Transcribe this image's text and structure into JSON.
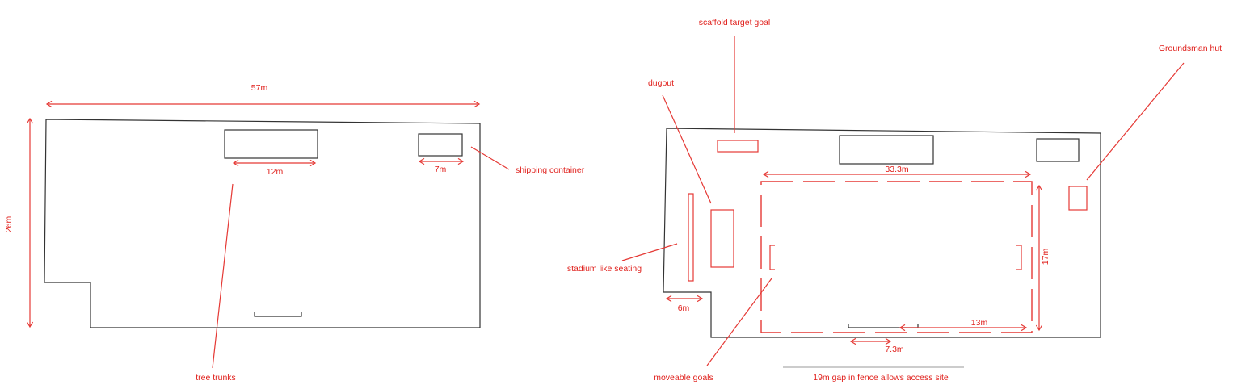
{
  "colors": {
    "annotation": "#e53935",
    "outline": "#333333"
  },
  "left_plan": {
    "width_label": "57m",
    "height_label": "26m",
    "building_label": "12m",
    "container_width_label": "7m",
    "shipping_container_label": "shipping container",
    "tree_trunks_label": "tree trunks"
  },
  "right_plan": {
    "scaffold_goal_label": "scaffold target goal",
    "dugout_label": "dugout",
    "groundsman_hut_label": "Groundsman hut",
    "pitch_width_label": "33.3m",
    "pitch_height_label": "17m",
    "stadium_seating_label": "stadium like seating",
    "step_width_label": "6m",
    "moveable_goals_label": "moveable goals",
    "fence_segment_label": "13m",
    "bench_width_label": "7.3m",
    "fence_gap_label": "19m gap in fence allows access site"
  }
}
